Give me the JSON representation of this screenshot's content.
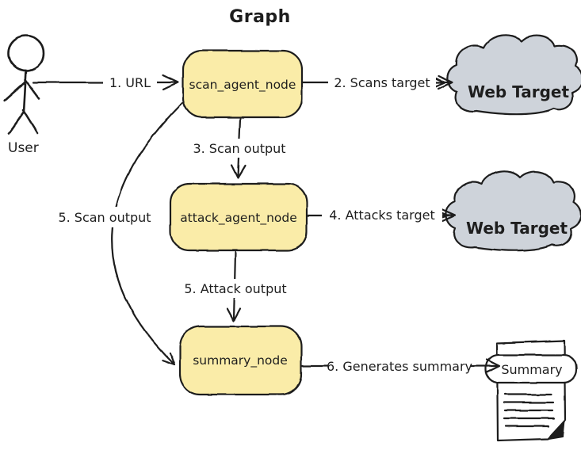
{
  "title": "Graph",
  "colors": {
    "stroke": "#1e1e1e",
    "node_fill": "#faeca8",
    "cloud_fill": "#ced3da",
    "background": "#ffffff"
  },
  "actor": {
    "label": "User"
  },
  "nodes": [
    {
      "id": "scan_agent_node",
      "label": "scan_agent_node"
    },
    {
      "id": "attack_agent_node",
      "label": "attack_agent_node"
    },
    {
      "id": "summary_node",
      "label": "summary_node"
    }
  ],
  "clouds": [
    {
      "label": "Web Target"
    },
    {
      "label": "Web Target"
    }
  ],
  "document": {
    "label": "Summary"
  },
  "edges": [
    {
      "label": "1. URL",
      "from": "User",
      "to": "scan_agent_node"
    },
    {
      "label": "2. Scans target",
      "from": "scan_agent_node",
      "to": "Web Target"
    },
    {
      "label": "3. Scan output",
      "from": "scan_agent_node",
      "to": "attack_agent_node"
    },
    {
      "label": "4. Attacks target",
      "from": "attack_agent_node",
      "to": "Web Target"
    },
    {
      "label": "5. Attack output",
      "from": "attack_agent_node",
      "to": "summary_node"
    },
    {
      "label": "5. Scan output",
      "from": "scan_agent_node",
      "to": "summary_node"
    },
    {
      "label": "6. Generates summary",
      "from": "summary_node",
      "to": "Summary"
    }
  ]
}
